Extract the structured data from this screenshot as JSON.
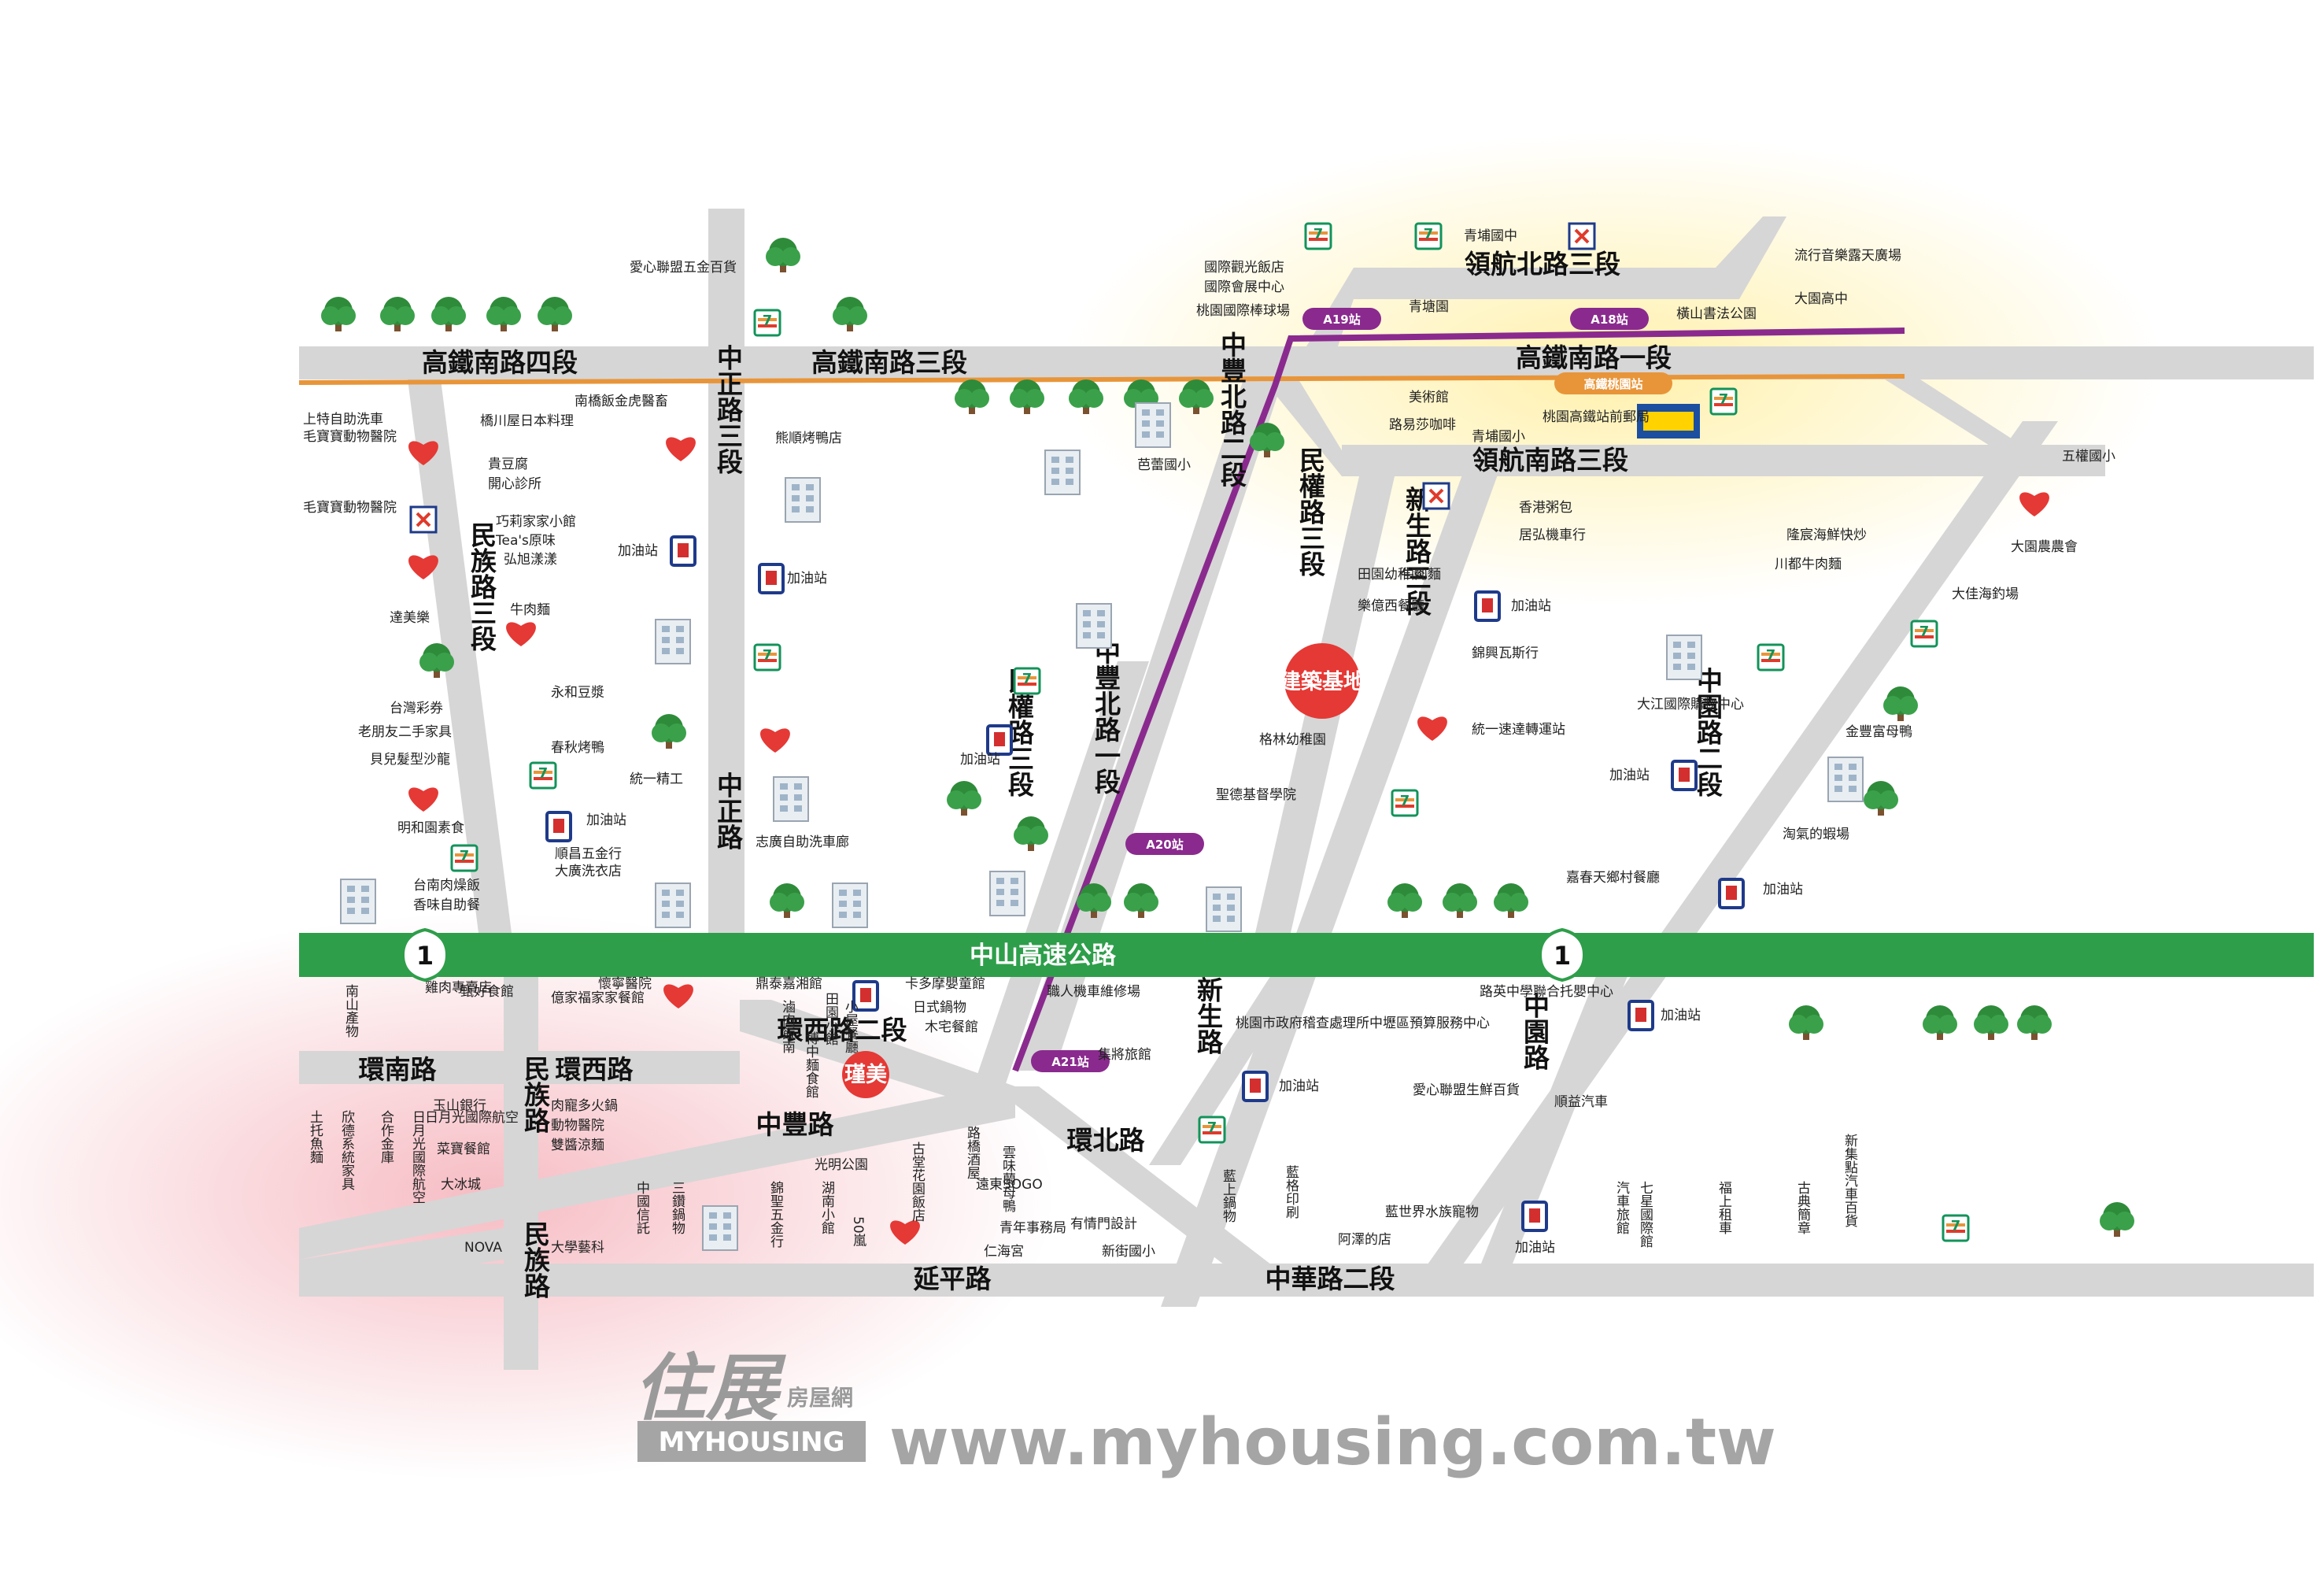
{
  "colors": {
    "road": "#d6d6d6",
    "highway": "#2e9e4a",
    "hsr_rail": "#e8953a",
    "mrt_line": "#8a2a8e",
    "site_marker": "#e53935",
    "seven_green": "#12935a",
    "seven_red": "#e03a2b",
    "gas_station": "#1e3a8a",
    "tree": "#2e8b3a",
    "highlight_pink": "#f7c7cc",
    "highlight_yellow": "#fff3b5"
  },
  "roads": {
    "hsr_s4": "高鐵南路四段",
    "hsr_s3": "高鐵南路三段",
    "hsr_s1": "高鐵南路一段",
    "linghang_n3": "領航北路三段",
    "linghang_s3": "領航南路三段",
    "zhongzheng3": "中正路三段",
    "zhongzheng": "中正路",
    "minzu3": "民族路三段",
    "minzu_a": "民族路",
    "minzu_b": "民族路",
    "zhongfeng_n2": "中豐北路二段",
    "zhongfeng_n1": "中豐北路一段",
    "minquan3_upper": "民權路三段",
    "minquan3_lower": "民權路三段",
    "xinsheng3": "新生路三段",
    "xinsheng": "新生路",
    "zhongyuan2": "中園路二段",
    "zhongyuan": "中園路",
    "huanxi2": "環西路二段",
    "huannan": "環南路",
    "huanxi": "環西路",
    "zhongfeng": "中豐路",
    "huanbei": "環北路",
    "yanping": "延平路",
    "zhonghua2": "中華路二段"
  },
  "highway": {
    "label": "中山高速公路",
    "shield_number": "1"
  },
  "stations": {
    "a19": "A19站",
    "a18": "A18站",
    "a20": "A20站",
    "a21": "A21站",
    "hsr_taoyuan": "高鐵桃園站"
  },
  "site_markers": {
    "construction_site": "建築基地",
    "fengmei": "瑾美"
  },
  "pois": {
    "aixin_top": "愛心聯盟五金百貨",
    "shangte": "上特自助洗車",
    "maoxiong": "毛寶寶動物醫院",
    "maoxiong2": "毛寶寶動物醫院",
    "nanqiao": "南橋飯金虎醫畜",
    "qiaochuan": "橋川屋日本料理",
    "guifu": "貴豆腐",
    "kaixin": "開心診所",
    "qiaoyi": "巧莉家家小館",
    "teas": "Tea's原味",
    "hongshu": "弘旭漾漾",
    "gasstation1": "加油站",
    "gasstation2": "加油站",
    "gasstation3": "加油站",
    "gasstation4": "加油站",
    "gasstation5": "加油站",
    "gasstation6": "加油站",
    "gasstation7": "加油站",
    "gasstation8": "加油站",
    "gasstation9": "加油站",
    "gasstation10": "加油站",
    "xiongqun": "熊順烤鴨店",
    "qidui": "芭蕾國小",
    "daomei": "達美樂",
    "niurou": "牛肉麵",
    "taiwancai": "台灣彩券",
    "yonghe": "永和豆漿",
    "laopengyou": "老朋友二手家具",
    "chunqiu": "春秋烤鴨",
    "maoer": "貝兒髮型沙龍",
    "tongyi": "統一精工",
    "minghe": "明和園素食",
    "shunchang": "順昌五金行",
    "dadou": "大廣洗衣店",
    "tainan_rou": "台南肉燥飯",
    "xiangwei": "香味自助餐",
    "zhixia": "志廣自助洗車廊",
    "guoji": "國際觀光飯店",
    "guoji_hui": "國際會展中心",
    "taoyuan_stadium": "桃園國際棒球場",
    "qingbu": "青埔國中",
    "qingtang": "青塘園",
    "liuxing": "流行音樂露天廣場",
    "dazhan": "大園高中",
    "hengshan": "橫山書法公園",
    "meishu": "美術館",
    "luyi": "路易莎咖啡",
    "qingpu_xiao": "青埔國小",
    "hsr_gift": "桃園高鐵站前郵局",
    "niurou2": "牛肉麵",
    "xianggang": "香港粥包",
    "juhong": "居弘機車行",
    "tianyuan": "田園幼稚園",
    "yingdongxi": "樂億西餐廳",
    "tongyi_su": "統一速達轉運站",
    "jinqian": "錦興瓦斯行",
    "gelin": "格林幼稚園",
    "shengdi": "聖德基督學院",
    "jiachun": "嘉春天鄉村餐廳",
    "wuquan": "五權國小",
    "dayuan_nonghui": "大園農農會",
    "longchen": "隆宸海鮮快炒",
    "chuandu": "川都牛肉麵",
    "dajia_diao": "大佳海釣場",
    "dajiang": "大江國際購物中心",
    "jinfeng": "金豐富母鴨",
    "taoqi": "淘氣的蝦場",
    "dongtai_jiaxiang": "鼎泰嘉湘館",
    "lurou_nan": "滷肉飯南",
    "bozhong_mian": "博中麵食館",
    "kaduoban": "卡多摩嬰童館",
    "rishi_zhi": "日式鍋物",
    "muzhai": "木宅餐館",
    "zhiren": "職人機車維修場",
    "tianyuan_shop": "田園小館",
    "xiaowu": "小屋餐廳",
    "taoyuan_zf": "桃園市政府稽查處理所中壢區預算服務中心",
    "luying": "路英中學聯合托嬰中心",
    "jijiang": "集將旅館",
    "aixin_lower": "愛心聯盟生鮮百貨",
    "shunyi": "順益汽車",
    "yushan": "玉山銀行",
    "riyue": "日月光國際航空",
    "rongdou": "肉寵多火鍋",
    "dongwu": "動物醫院",
    "shuangxiang": "雙醬涼麵",
    "guanghua": "光明公園",
    "daxue": "大學藝科",
    "nova": "NOVA",
    "yihe": "億家福家家餐館",
    "zhenhao": "甄好食館",
    "nanshan": "南山產物",
    "kaishou": "懷寧醫院",
    "jixiang": "雞肉專賣店",
    "tuotuo": "土托魚麵",
    "chuan_fei": "欣德系統家具",
    "hezuo": "合作金庫",
    "riyuan": "日月光國際航空",
    "caigang": "菜寶餐館",
    "dabing": "大冰城",
    "zhongguo": "中國信託",
    "sanli": "三鑽鍋物",
    "jinsheng": "錦聖五金行",
    "hunan": "湖南小館",
    "wushi": "50嵐",
    "qiaoyan": "路橋酒屋",
    "gutang": "古堂花園飯店",
    "yunwei": "雲味蘭母鴨",
    "yuandong": "遠東SOGO",
    "qingnian": "青年事務局",
    "youqing": "有情門設計",
    "renhai": "仁海宮",
    "xinjie": "新街國小",
    "zanpu": "藍上鍋物",
    "lanqiu": "藍格印刷",
    "hanxi": "藍世界水族寵物",
    "ajiangde": "阿澤的店",
    "qizhong": "七星國際館",
    "qiche": "汽車旅館",
    "fuchi": "福上租車",
    "gujing": "古典簡章",
    "xinsheng_qi": "新集點汽車百貨"
  },
  "brand": {
    "logo_cn": "住展",
    "logo_sub": "房屋網",
    "logo_en": "MYHOUSING",
    "website": "www.myhousing.com.tw"
  }
}
